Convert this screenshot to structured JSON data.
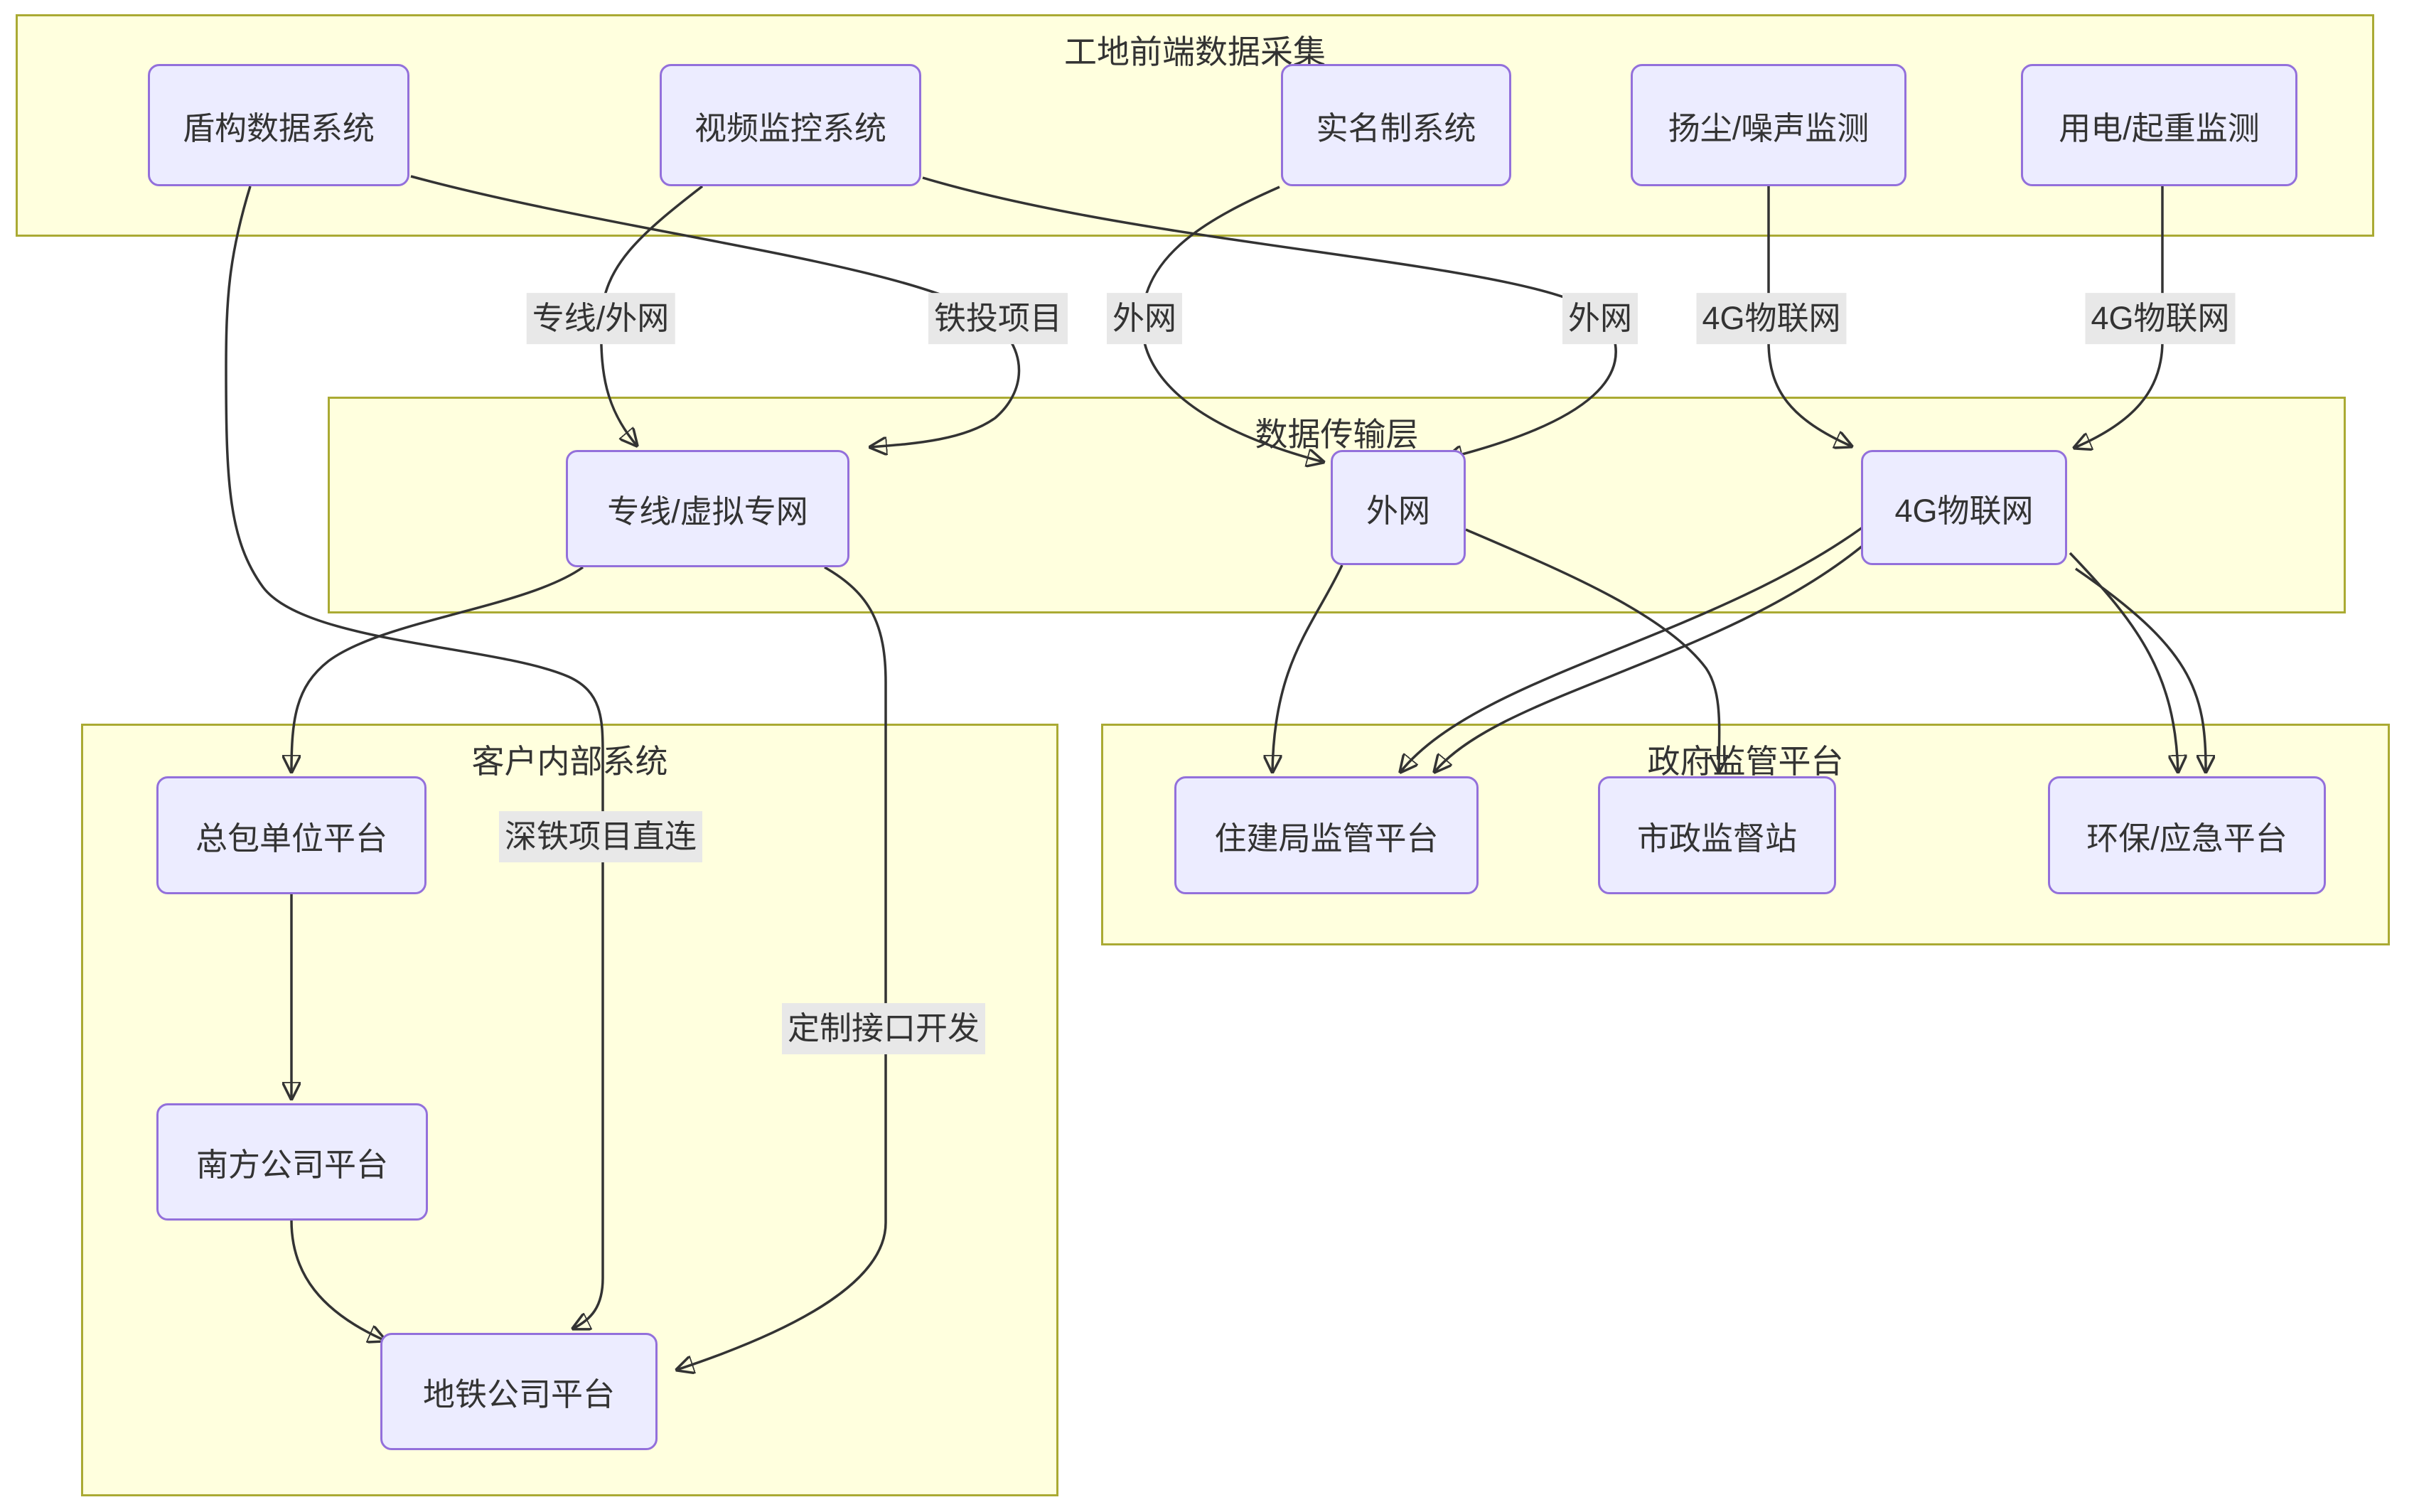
{
  "diagram": {
    "type": "flowchart",
    "direction": "top-down",
    "clusters": [
      {
        "id": "frontend",
        "title": "工地前端数据采集"
      },
      {
        "id": "transport",
        "title": "数据传输层"
      },
      {
        "id": "client",
        "title": "客户内部系统"
      },
      {
        "id": "government",
        "title": "政府监管平台"
      }
    ],
    "nodes": [
      {
        "id": "shield",
        "label": "盾构数据系统",
        "cluster": "frontend"
      },
      {
        "id": "video",
        "label": "视频监控系统",
        "cluster": "frontend"
      },
      {
        "id": "realname",
        "label": "实名制系统",
        "cluster": "frontend"
      },
      {
        "id": "dust",
        "label": "扬尘/噪声监测",
        "cluster": "frontend"
      },
      {
        "id": "power",
        "label": "用电/起重监测",
        "cluster": "frontend"
      },
      {
        "id": "vpn",
        "label": "专线/虚拟专网",
        "cluster": "transport"
      },
      {
        "id": "extranet",
        "label": "外网",
        "cluster": "transport"
      },
      {
        "id": "iot",
        "label": "4G物联网",
        "cluster": "transport"
      },
      {
        "id": "contractor",
        "label": "总包单位平台",
        "cluster": "client"
      },
      {
        "id": "south",
        "label": "南方公司平台",
        "cluster": "client"
      },
      {
        "id": "metro",
        "label": "地铁公司平台",
        "cluster": "client"
      },
      {
        "id": "housing",
        "label": "住建局监管平台",
        "cluster": "government"
      },
      {
        "id": "municipal",
        "label": "市政监督站",
        "cluster": "government"
      },
      {
        "id": "env",
        "label": "环保/应急平台",
        "cluster": "government"
      }
    ],
    "edges": [
      {
        "from": "视频监控系统",
        "to": "专线/虚拟专网",
        "label": "专线/外网"
      },
      {
        "from": "盾构数据系统",
        "to": "专线/虚拟专网",
        "label": "铁投项目"
      },
      {
        "from": "实名制系统",
        "to": "外网",
        "label": "外网"
      },
      {
        "from": "视频监控系统",
        "to": "外网",
        "label": "外网"
      },
      {
        "from": "扬尘/噪声监测",
        "to": "4G物联网",
        "label": "4G物联网"
      },
      {
        "from": "用电/起重监测",
        "to": "4G物联网",
        "label": "4G物联网"
      },
      {
        "from": "盾构数据系统",
        "to": "地铁公司平台",
        "label": "深铁项目直连"
      },
      {
        "from": "专线/虚拟专网",
        "to": "地铁公司平台",
        "label": "定制接口开发"
      },
      {
        "from": "专线/虚拟专网",
        "to": "总包单位平台",
        "label": ""
      },
      {
        "from": "总包单位平台",
        "to": "南方公司平台",
        "label": ""
      },
      {
        "from": "南方公司平台",
        "to": "地铁公司平台",
        "label": ""
      },
      {
        "from": "外网",
        "to": "住建局监管平台",
        "label": ""
      },
      {
        "from": "外网",
        "to": "市政监督站",
        "label": ""
      },
      {
        "from": "4G物联网",
        "to": "住建局监管平台",
        "label": ""
      },
      {
        "from": "4G物联网",
        "to": "住建局监管平台",
        "label": ""
      },
      {
        "from": "4G物联网",
        "to": "环保/应急平台",
        "label": ""
      },
      {
        "from": "4G物联网",
        "to": "环保/应急平台",
        "label": ""
      }
    ],
    "colors": {
      "cluster_fill": "#ffffde",
      "cluster_border": "#aaaa33",
      "node_fill": "#ECECFF",
      "node_border": "#9370DB",
      "edge_color": "#333333",
      "label_bg": "#e8e8e8",
      "text_color": "#333333",
      "page_bg": "#ffffff"
    }
  }
}
